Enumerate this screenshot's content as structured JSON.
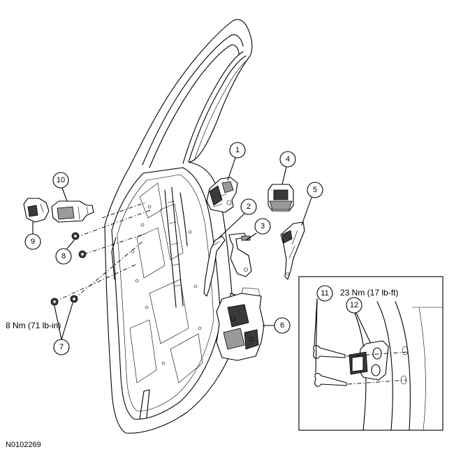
{
  "callouts": [
    "1",
    "2",
    "3",
    "4",
    "5",
    "6",
    "7",
    "8",
    "9",
    "10",
    "11",
    "12"
  ],
  "torque_small": "8 Nm (71 lb-in)",
  "torque_large": "23 Nm (17 lb-ft)",
  "figure_code": "N0102269"
}
